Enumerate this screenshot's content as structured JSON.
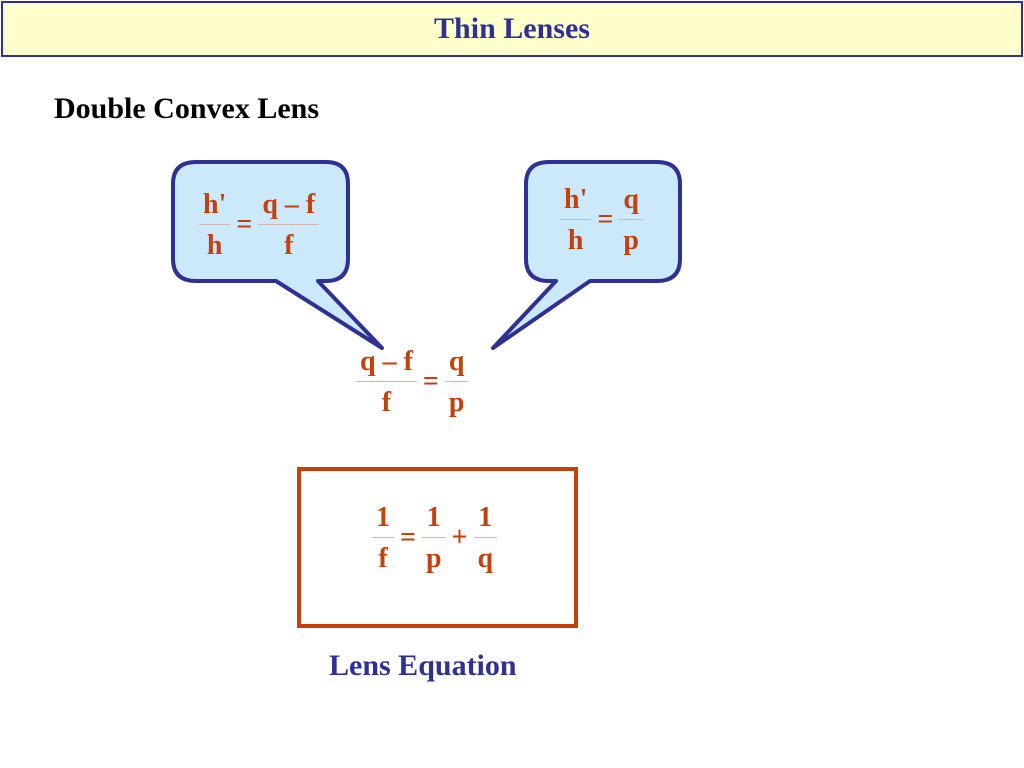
{
  "title": "Thin Lenses",
  "subtitle": "Double Convex Lens",
  "colors": {
    "title_bg": "#ffffcc",
    "title_border": "#2e3192",
    "title_text": "#2e3192",
    "equation_text": "#c2410c",
    "bubble_fill": "#cce8fb",
    "bubble_border": "#2e3192",
    "box_border": "#c2410c",
    "caption_text": "#2e3192"
  },
  "bubble_left": {
    "lhs_num": "h'",
    "lhs_den": "h",
    "equals": "=",
    "rhs_num": "q – f",
    "rhs_den": "f"
  },
  "bubble_right": {
    "lhs_num": "h'",
    "lhs_den": "h",
    "equals": "=",
    "rhs_num": "q",
    "rhs_den": "p"
  },
  "middle_equation": {
    "lhs_num": "q – f",
    "lhs_den": "f",
    "equals": "=",
    "rhs_num": "q",
    "rhs_den": "p"
  },
  "lens_equation": {
    "lhs_num": "1",
    "lhs_den": "f",
    "equals": "=",
    "term1_num": "1",
    "term1_den": "p",
    "plus": "+",
    "term2_num": "1",
    "term2_den": "q"
  },
  "caption": "Lens Equation"
}
